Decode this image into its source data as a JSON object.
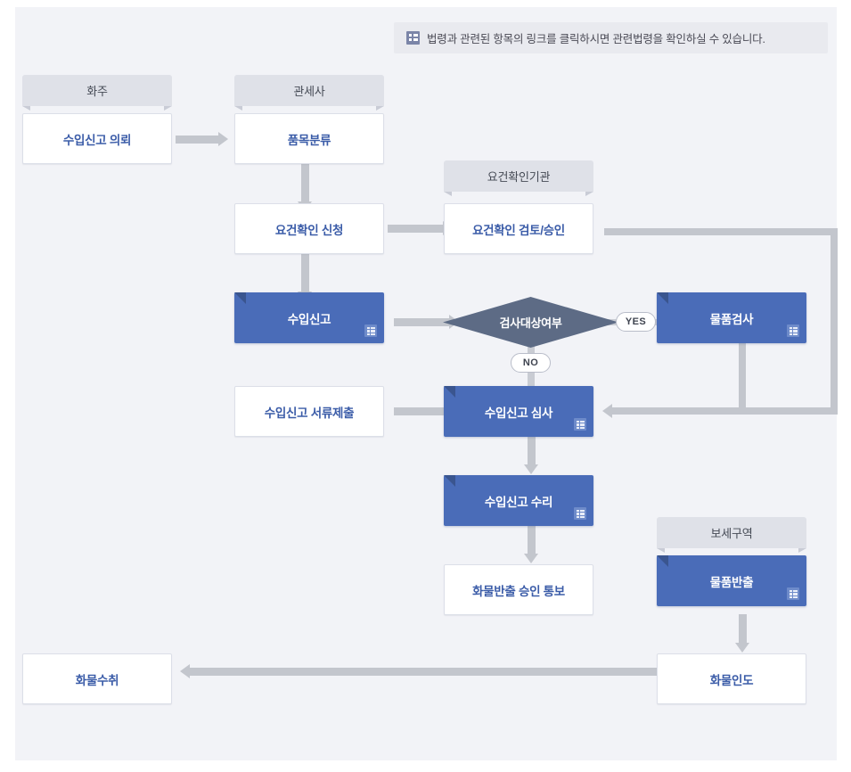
{
  "notice": {
    "icon": "grid-icon",
    "text": "법령과 관련된 항목의 링크를 클릭하시면 관련법령을 확인하실 수 있습니다."
  },
  "lanes": [
    {
      "id": "shipper",
      "label": "화주"
    },
    {
      "id": "broker",
      "label": "관세사"
    },
    {
      "id": "agency",
      "label": "요건확인기관"
    },
    {
      "id": "bonded",
      "label": "보세구역"
    }
  ],
  "nodes": [
    {
      "id": "import-declaration-request",
      "label": "수입신고 의뢰",
      "type": "white",
      "linked": false
    },
    {
      "id": "item-classification",
      "label": "품목분류",
      "type": "white",
      "linked": false
    },
    {
      "id": "requirement-application",
      "label": "요건확인 신청",
      "type": "white",
      "linked": false
    },
    {
      "id": "requirement-review",
      "label": "요건확인 검토/승인",
      "type": "white",
      "linked": false
    },
    {
      "id": "import-declaration",
      "label": "수입신고",
      "type": "blue",
      "linked": true
    },
    {
      "id": "inspection-target",
      "label": "검사대상여부",
      "type": "diamond",
      "linked": false
    },
    {
      "id": "goods-inspection",
      "label": "물품검사",
      "type": "blue",
      "linked": true
    },
    {
      "id": "document-submission",
      "label": "수입신고 서류제출",
      "type": "white",
      "linked": false
    },
    {
      "id": "declaration-examination",
      "label": "수입신고 심사",
      "type": "blue",
      "linked": true
    },
    {
      "id": "declaration-acceptance",
      "label": "수입신고 수리",
      "type": "blue",
      "linked": true
    },
    {
      "id": "release-approval-notice",
      "label": "화물반출 승인 통보",
      "type": "white",
      "linked": false
    },
    {
      "id": "goods-release",
      "label": "물품반출",
      "type": "blue",
      "linked": true
    },
    {
      "id": "cargo-delivery",
      "label": "화물인도",
      "type": "white",
      "linked": false
    },
    {
      "id": "cargo-receipt",
      "label": "화물수취",
      "type": "white",
      "linked": false
    }
  ],
  "decision_labels": {
    "yes": "YES",
    "no": "NO"
  },
  "colors": {
    "canvas_bg": "#f2f3f7",
    "lane_header_bg": "#dfe1e8",
    "node_white_bg": "#ffffff",
    "node_white_text": "#3b5ca8",
    "node_blue_bg": "#4a6cb8",
    "node_blue_text": "#ffffff",
    "diamond_fill": "#5a6madjust",
    "diamond_color": "#5d6b85",
    "connector": "#c3c6cd",
    "notice_bg": "#e9eaef",
    "notice_text": "#4a4a55",
    "badge_bg": "#6e8bca"
  }
}
